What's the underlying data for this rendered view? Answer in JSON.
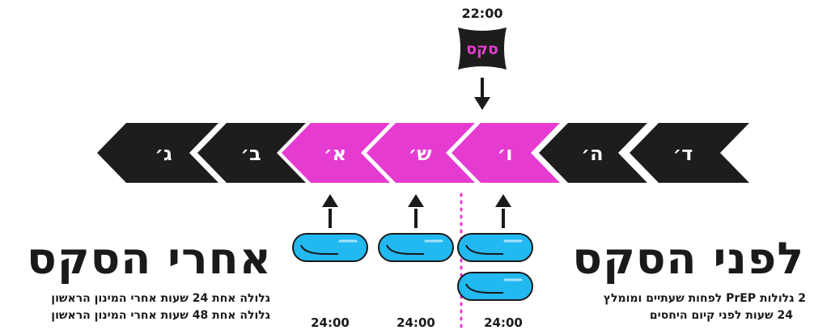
{
  "top_time": "22:00",
  "sex_label": "סקס",
  "days": [
    {
      "label": "ד׳",
      "color": "#1d1d1d"
    },
    {
      "label": "ה׳",
      "color": "#1d1d1d"
    },
    {
      "label": "ו׳",
      "color": "#e63bd0"
    },
    {
      "label": "ש׳",
      "color": "#e63bd0"
    },
    {
      "label": "א׳",
      "color": "#e63bd0"
    },
    {
      "label": "ב׳",
      "color": "#1d1d1d"
    },
    {
      "label": "ג׳",
      "color": "#1d1d1d"
    }
  ],
  "before": {
    "title": "לפני הסקס",
    "line1": "2 גלולות PrEP לפחות שעתיים ומומלץ",
    "line2": "24 שעות לפני קיום היחסים"
  },
  "after": {
    "title": "אחרי הסקס",
    "line1": "גלולה אחת 24 שעות אחרי המינון הראשון",
    "line2": "גלולה אחת 48 שעות אחרי המינון הראשון"
  },
  "times": [
    "24:00",
    "24:00",
    "24:00"
  ],
  "colors": {
    "pink": "#e63bd0",
    "dark": "#1d1d1d",
    "pill": "#22b8f0",
    "dotted": "#e63bd0"
  }
}
